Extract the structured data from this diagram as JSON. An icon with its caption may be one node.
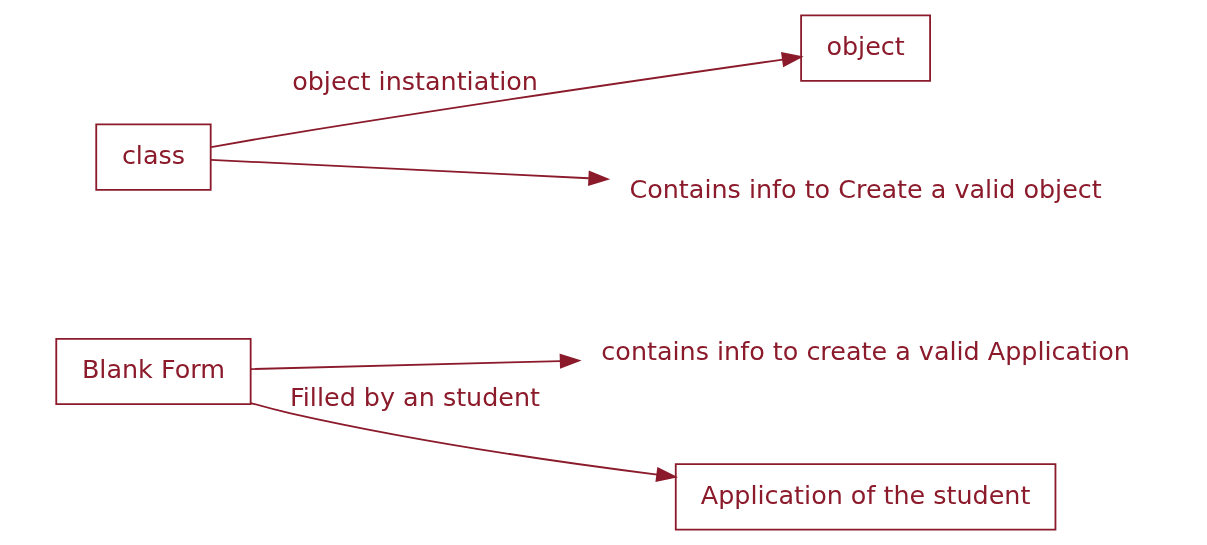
{
  "diagram": {
    "nodes": [
      {
        "text": [
          "contains info to create a valid Application"
        ]
      },
      {
        "text": [
          "Blank Form"
        ]
      },
      {
        "text": [
          "Application of the student"
        ]
      },
      {
        "text": [
          "class"
        ]
      },
      {
        "text": [
          "object"
        ]
      },
      {
        "text": [
          "Contains info to Create a valid object"
        ]
      }
    ],
    "edges": [
      {
        "from": 1,
        "to": 0,
        "arrow": "to"
      },
      {
        "from": 1,
        "to": 2,
        "arrow": "to",
        "label": "Filled by an student"
      },
      {
        "from": 3,
        "to": 4,
        "arrow": "to",
        "label": "object instantiation"
      },
      {
        "from": 3,
        "to": 5,
        "arrow": "to"
      }
    ]
  }
}
